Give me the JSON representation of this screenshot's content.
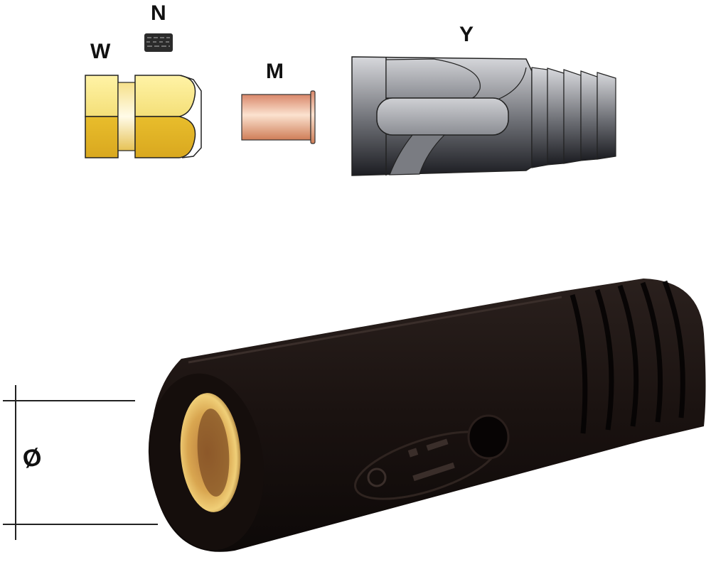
{
  "diagram": {
    "subject": "Welding cable connector (female socket) — exploded parts view and assembled product",
    "parts": [
      {
        "id": "W",
        "label": "W",
        "description": "Brass hex nut / sleeve",
        "color": "#e9c33a"
      },
      {
        "id": "N",
        "label": "N",
        "description": "Set screw (grub screw)",
        "color": "#333333"
      },
      {
        "id": "M",
        "label": "M",
        "description": "Copper cable sleeve",
        "color": "#d9906a"
      },
      {
        "id": "Y",
        "label": "Y",
        "description": "Black rubber insulating cover",
        "color": "#55575c"
      }
    ],
    "assembled": {
      "description": "Assembled black connector with brass socket",
      "body_color": "#1c1412",
      "socket_color": "#c9953a",
      "marking_line1": "",
      "marking_line2": ""
    },
    "dimension": {
      "symbol": "Ø",
      "meaning": "socket diameter"
    }
  }
}
